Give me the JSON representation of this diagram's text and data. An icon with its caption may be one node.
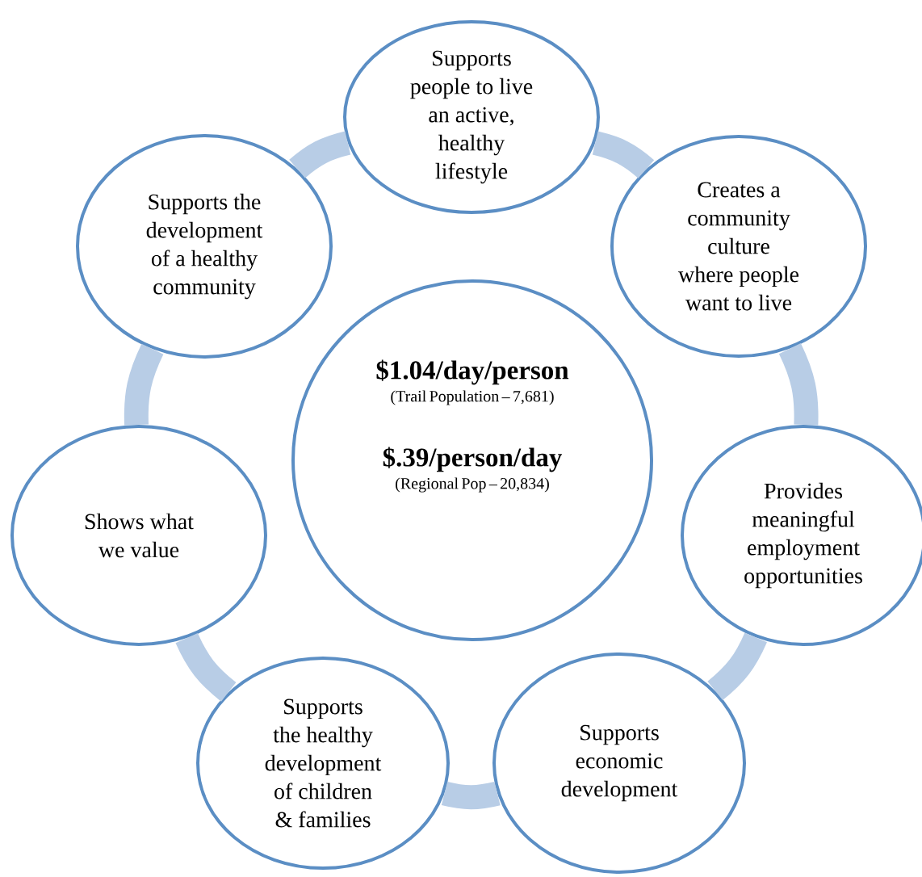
{
  "diagram": {
    "nodes": [
      {
        "text": [
          "Supports people to live an active, healthy lifestyle"
        ]
      },
      {
        "text": [
          "Creates a community culture where people want to live"
        ]
      },
      {
        "text": [
          "Provides meaningful employment opportunities"
        ]
      },
      {
        "text": [
          "Supports economic development"
        ]
      },
      {
        "text": [
          "Supports the healthy development of children & families"
        ]
      },
      {
        "text": [
          "Shows what we value"
        ]
      },
      {
        "text": [
          "Supports the development of a healthy community"
        ]
      },
      {
        "text": [
          "$1.04/day/person",
          "(Trail Population – 7,681)",
          "$.39/person/day",
          "(Regional Pop – 20,834)"
        ]
      }
    ],
    "edges": [
      {
        "from": 0,
        "to": 1,
        "arrow": "none"
      },
      {
        "from": 1,
        "to": 2,
        "arrow": "none"
      },
      {
        "from": 2,
        "to": 3,
        "arrow": "none"
      },
      {
        "from": 3,
        "to": 4,
        "arrow": "none"
      },
      {
        "from": 4,
        "to": 5,
        "arrow": "none"
      },
      {
        "from": 5,
        "to": 6,
        "arrow": "none"
      },
      {
        "from": 6,
        "to": 0,
        "arrow": "none"
      }
    ]
  }
}
